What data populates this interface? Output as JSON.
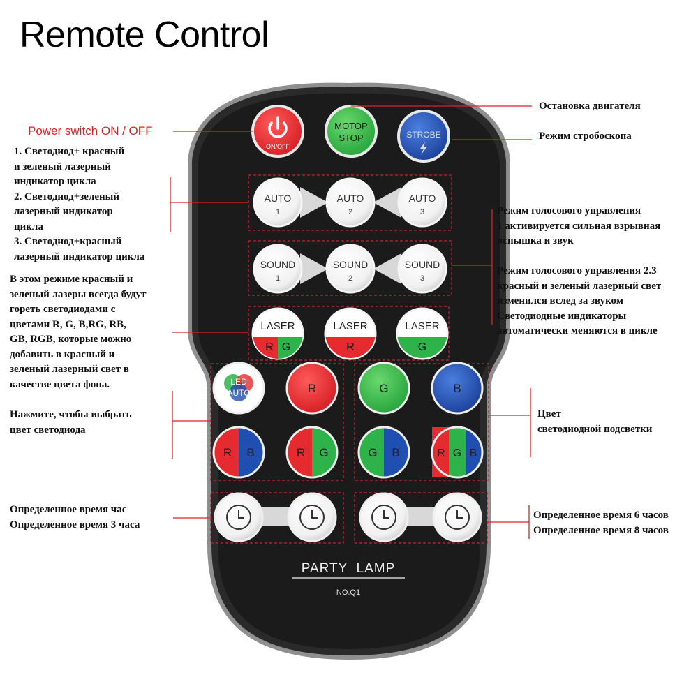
{
  "title": "Remote Control",
  "colors": {
    "accent_red": "#e02020",
    "body": "#1a1a1a",
    "rim": "#9a9a9a",
    "btn_red": "#e52a30",
    "btn_green": "#2eb34a",
    "btn_blue": "#1f4fb0"
  },
  "buttons": {
    "power": {
      "icon": "power-icon",
      "label": "ON/OFF"
    },
    "motor": {
      "line1": "MOTOP",
      "line2": "STOP"
    },
    "strobe": {
      "label": "STROBE",
      "icon": "lightning-icon"
    },
    "auto": [
      {
        "label": "AUTO",
        "num": "1"
      },
      {
        "label": "AUTO",
        "num": "2"
      },
      {
        "label": "AUTO",
        "num": "3"
      }
    ],
    "sound": [
      {
        "label": "SOUND",
        "num": "1"
      },
      {
        "label": "SOUND",
        "num": "2"
      },
      {
        "label": "SOUND",
        "num": "3"
      }
    ],
    "laser": [
      {
        "label": "LASER",
        "l1": "R",
        "l2": "G"
      },
      {
        "label": "LASER",
        "l1": "R"
      },
      {
        "label": "LASER",
        "l1": "G"
      }
    ],
    "led_auto": {
      "l1": "LED",
      "l2": "AUTO"
    },
    "colors_row1": [
      "R",
      "G",
      "B"
    ],
    "rb": [
      "R",
      "B"
    ],
    "rg": [
      "R",
      "G"
    ],
    "gb": [
      "G",
      "B"
    ],
    "rgb": [
      "R",
      "G",
      "B"
    ],
    "timers": [
      "clock-icon",
      "clock-icon",
      "clock-icon",
      "clock-icon"
    ]
  },
  "brand": "PARTY  LAMP",
  "model": "NO.Q1",
  "annotations": {
    "power": "Power switch ON / OFF",
    "motor": "Остановка двигателя",
    "strobe": "Режим стробоскопа",
    "auto": "1. Светодиод+ красный\nи зеленый лазерный\nиндикатор цикла\n2. Светодиод+зеленый\nлазерный индикатор\nцикла\n3. Светодиод+красный\nлазерный индикатор цикла",
    "sound": "Режим голосового управления\n1 активируется сильная взрывная\nвспышка и звук\n\nРежим голосового управления 2.3\nкрасный и зеленый лазерный свет\nизменился вслед за звуком\nСветодиодные индикаторы\nавтоматически меняются в цикле",
    "laser": "В этом режиме красный и\nзеленый лазеры всегда будут\nгореть светодиодами с\nцветами R, G, B,RG, RB,\nGB, RGB, которые можно\nдобавить в красный и\nзеленый лазерный свет в\nкачестве цвета фона.",
    "led_select": "Нажмите, чтобы выбрать\nцвет светодиода",
    "backlight": "Цвет\nсветодиодной подсветки",
    "timer_left": "Определенное время час\nОпределенное время 3 часа",
    "timer_right": "Определенное время 6 часов\nОпределенное время 8 часов"
  }
}
